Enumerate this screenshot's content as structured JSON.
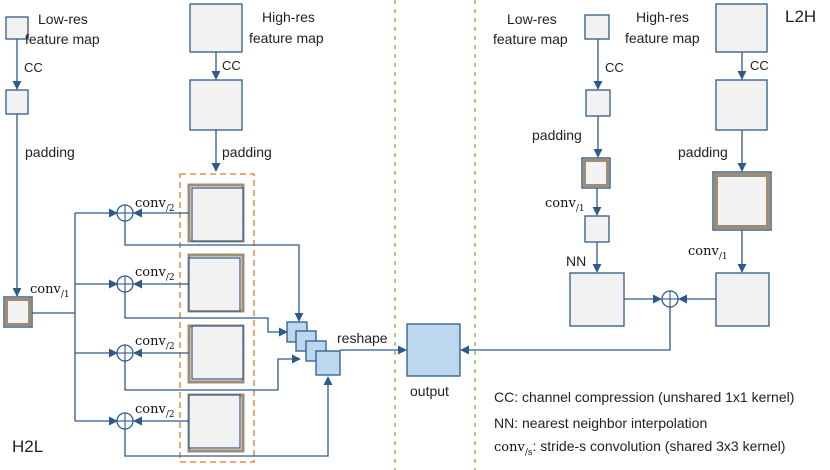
{
  "labels": {
    "h2l_low_res": [
      "Low-res",
      "feature map"
    ],
    "h2l_high_res": [
      "High-res",
      "feature map"
    ],
    "l2h_low_res": [
      "Low-res",
      "feature map"
    ],
    "l2h_high_res": [
      "High-res",
      "feature map"
    ],
    "cc": "CC",
    "padding": "padding",
    "conv": "conv",
    "sub_1": "/1",
    "sub_2": "/2",
    "sub_s": "/s",
    "nn": "NN",
    "reshape": "reshape",
    "output": "output",
    "h2l": "H2L",
    "l2h": "L2H"
  },
  "legend": {
    "cc_line": "CC: channel compression (unshared 1x1 kernel)",
    "nn_line": "NN: nearest neighbor interpolation",
    "conv_rest": ": stride-s convolution (shared 3x3 kernel)"
  },
  "colors": {
    "arrow": "#2e5a8a",
    "box_fill": "#f2f2f2",
    "output_fill": "#bcd7f0",
    "dashed_orange": "#e87722",
    "dashed_green": "#7dbb3c",
    "padding_border": "#a08c72"
  }
}
